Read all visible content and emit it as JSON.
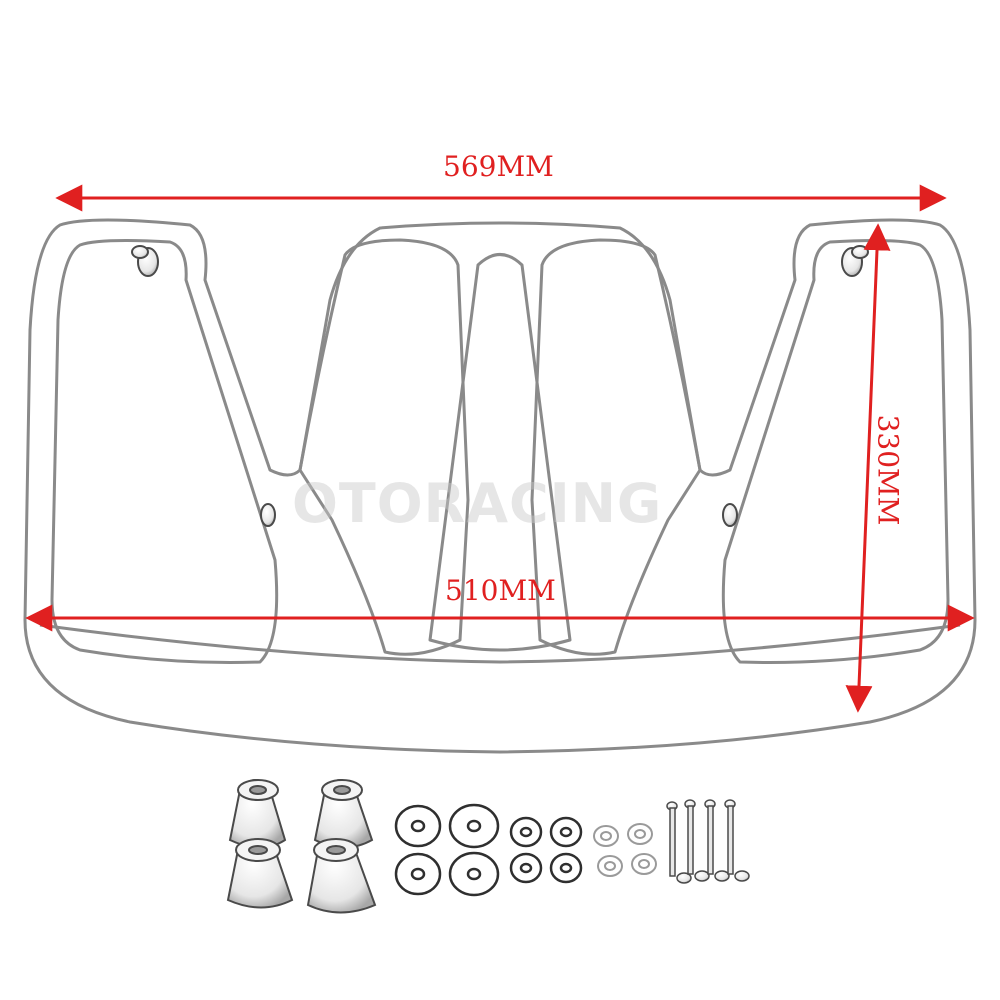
{
  "colors": {
    "dimension": "#e02020",
    "outline": "#8a8a8a",
    "outline_dark": "#4a4a4a",
    "watermark": "#c8c8c8",
    "metal_light": "#f4f4f4",
    "metal_shade": "#bdbdbd"
  },
  "dimensions": {
    "overall_width": "569MM",
    "inner_width": "510MM",
    "height": "330MM"
  },
  "watermark": "OTORACING",
  "hardware": {
    "spacers": 4,
    "large_washers": 4,
    "medium_washers": 4,
    "small_washers": 4,
    "bolts": 4
  }
}
